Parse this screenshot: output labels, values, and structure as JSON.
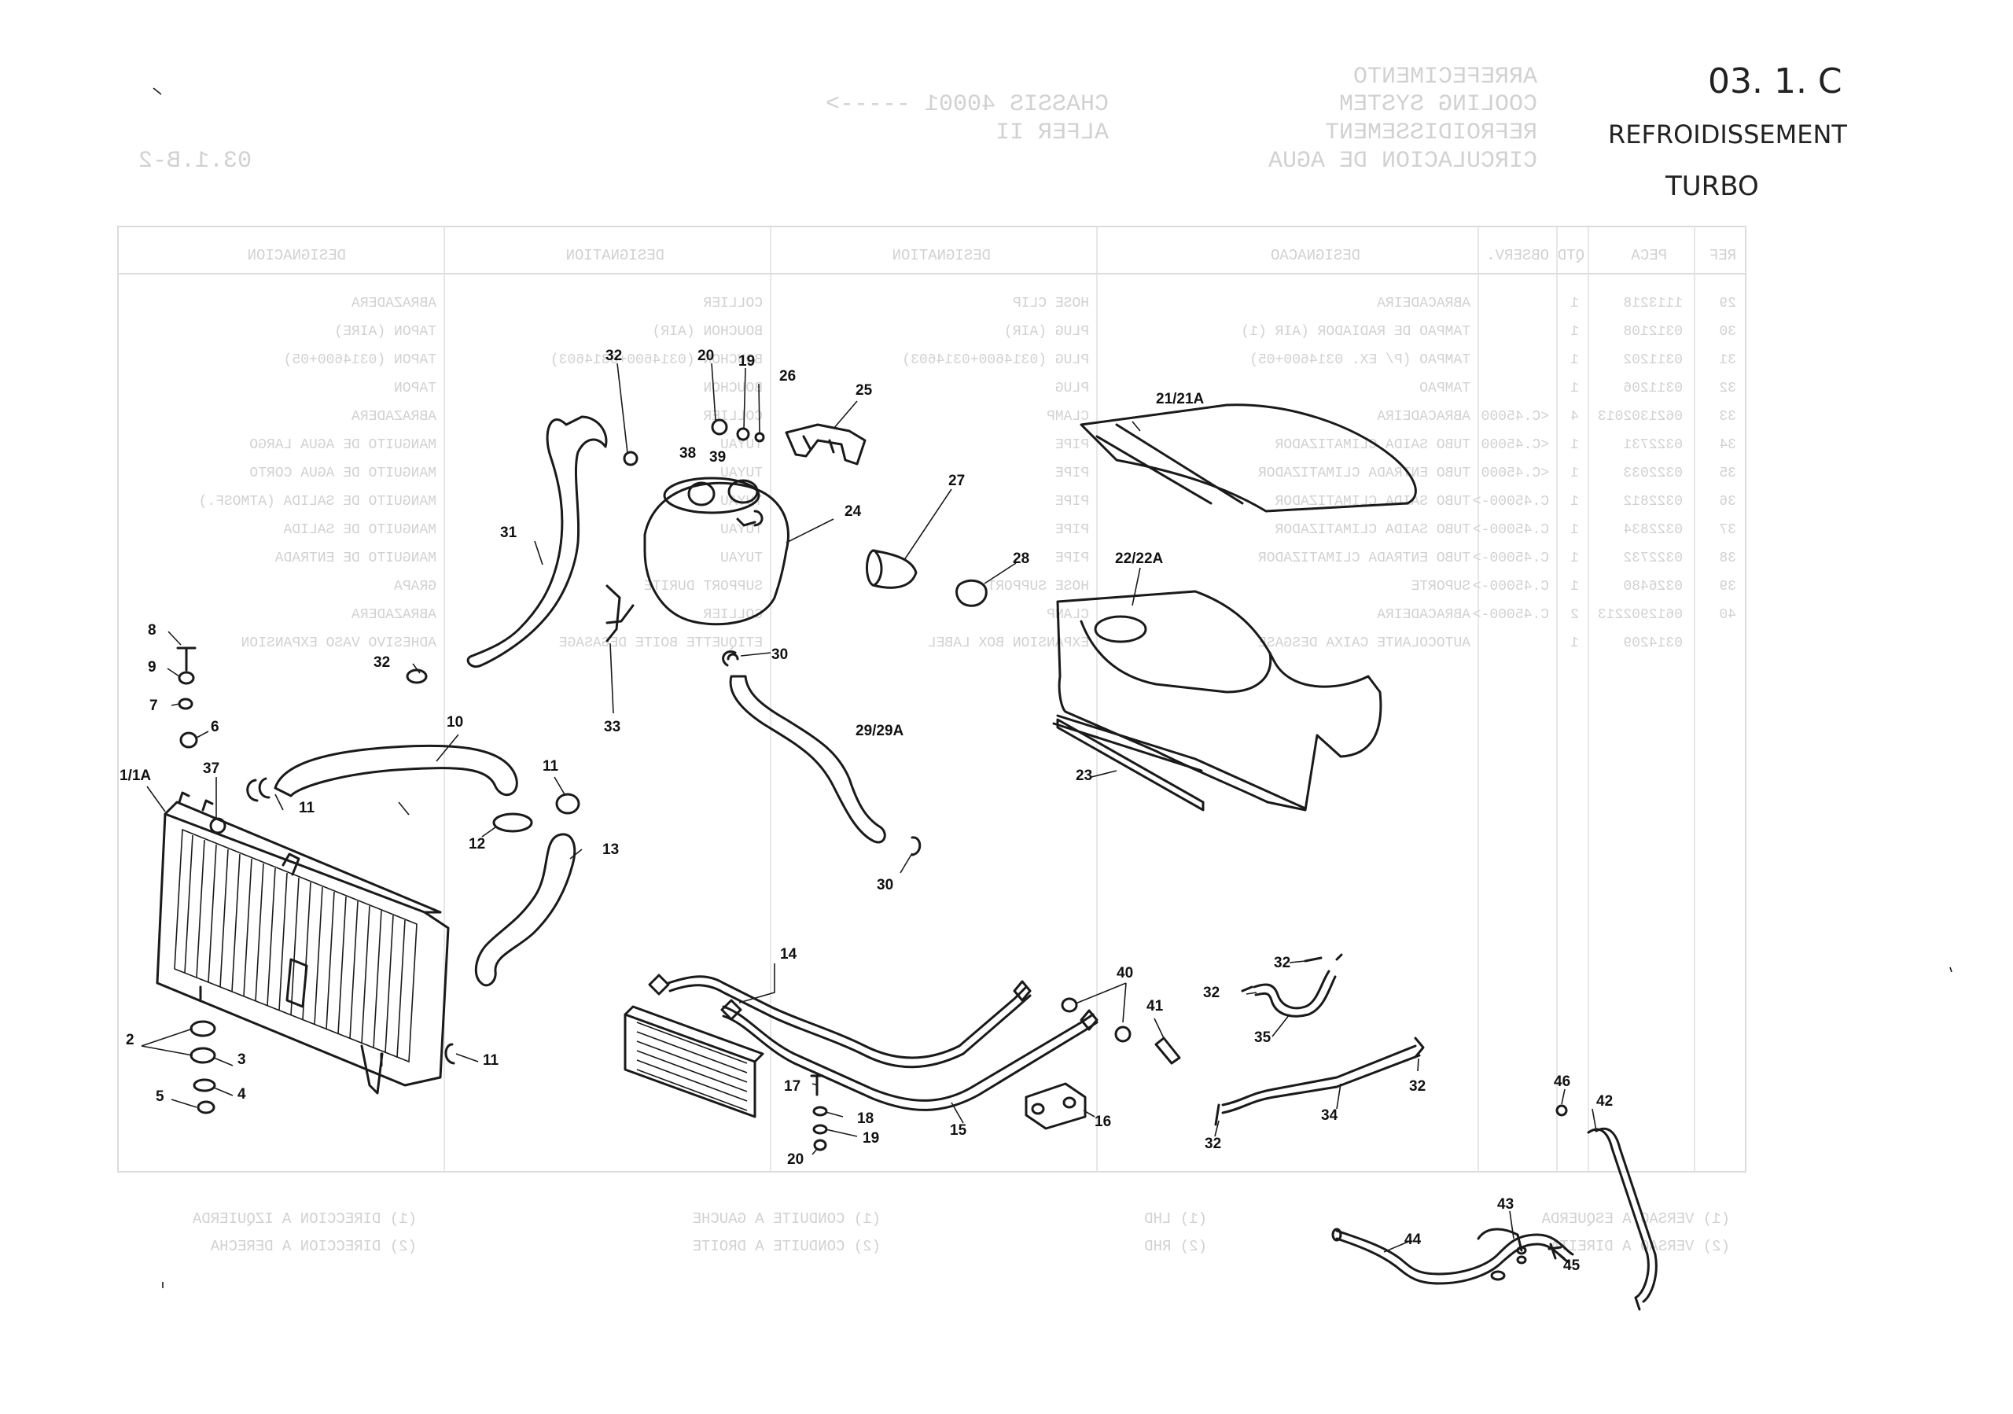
{
  "header": {
    "code": "03. 1. C",
    "title": "REFROIDISSEMENT",
    "subtitle": "TURBO"
  },
  "callouts": {
    "c1": "1/1A",
    "c2": "2",
    "c3": "3",
    "c4": "4",
    "c5": "5",
    "c6": "6",
    "c7": "7",
    "c8": "8",
    "c9": "9",
    "c10": "10",
    "c11a": "11",
    "c11b": "11",
    "c11c": "11",
    "c12": "12",
    "c13": "13",
    "c14": "14",
    "c15": "15",
    "c16": "16",
    "c17": "17",
    "c18": "18",
    "c19a": "19",
    "c19b": "19",
    "c20a": "20",
    "c20b": "20",
    "c21": "21/21A",
    "c22": "22/22A",
    "c23": "23",
    "c24": "24",
    "c25": "25",
    "c26": "26",
    "c27": "27",
    "c28": "28",
    "c29": "29/29A",
    "c30a": "30",
    "c30b": "30",
    "c31": "31",
    "c32a": "32",
    "c32b": "32",
    "c32c": "32",
    "c32d": "32",
    "c32e": "32",
    "c32f": "32",
    "c33": "33",
    "c34": "34",
    "c35": "35",
    "c37": "37",
    "c38": "38",
    "c39": "39",
    "c40": "40",
    "c41": "41",
    "c42": "42",
    "c43": "43",
    "c44": "44",
    "c45": "45",
    "c46": "46"
  },
  "mirrored_background": {
    "header_right": [
      "ARREFECIMENTO",
      "COOLING SYSTEM",
      "REFROIDISSEMENT",
      "CIRCULACION DE AGUA"
    ],
    "header_center": [
      "CHASSIS 40001 ----->",
      "ALFER II"
    ],
    "page_ref": "03.1.B-2",
    "columns": [
      "REF",
      "PECA",
      "QTD",
      "OBSERV.",
      "DESIGNACAO",
      "DESIGNATION",
      "DESIGNATION",
      "DESIGNACION"
    ],
    "rows": [
      [
        "29",
        "1113218",
        "1",
        "",
        "ABRACADEIRA",
        "HOSE CLIP",
        "COLLIER",
        "ABRAZADERA"
      ],
      [
        "30",
        "0312108",
        "1",
        "",
        "TAMPAO DE RADIADOR (AIR (1)",
        "PLUG (AIR)",
        "BOUCHON (AIR)",
        "TAPON (AIRE)"
      ],
      [
        "31",
        "0311202",
        "1",
        "",
        "TAMPAO (P/ EX. 0314600+05)",
        "PLUG (0314600+0314603)",
        "BOUCHON (0314600+0314603)",
        "TAPON (0314600+05)"
      ],
      [
        "32",
        "0311206",
        "1",
        "",
        "TAMPAO",
        "PLUG",
        "BOUCHON",
        "TAPON"
      ],
      [
        "33",
        "0621302013",
        "4",
        "<C.45000",
        "ABRACADEIRA",
        "CLAMP",
        "COLLIER",
        "ABRAZADERA"
      ],
      [
        "34",
        "0322731",
        "1",
        "<C.45000",
        "TUBO SAIDA CLIMATIZADOR",
        "PIPE",
        "TUYAU",
        "MANGUITO DE AGUA LARGO"
      ],
      [
        "35",
        "0322033",
        "1",
        "<C.45000",
        "TUBO ENTRADA CLIMATIZADOR",
        "PIPE",
        "TUYAU",
        "MANGUITO DE AGUA CORTO"
      ],
      [
        "36",
        "0322812",
        "1",
        "C.45000->",
        "TUBO SAIDA CLIMATIZADOR",
        "PIPE",
        "TUYAU",
        "MANGUITO DE SALIDA (ATMOSF.)"
      ],
      [
        "37",
        "0322834",
        "1",
        "C.45000->",
        "TUBO SAIDA CLIMATIZADOR",
        "PIPE",
        "TUYAU",
        "MANGUITO DE SALIDA"
      ],
      [
        "38",
        "0322732",
        "1",
        "C.45000->",
        "TUBO ENTRADA CLIMATIZADOR",
        "PIPE",
        "TUYAU",
        "MANGUITO DE ENTRADA"
      ],
      [
        "39",
        "0326480",
        "1",
        "C.45000->",
        "SUPORTE",
        "HOSE SUPPORT",
        "SUPPORT DURITE",
        "GRAPA"
      ],
      [
        "40",
        "0612902213",
        "2",
        "C.45000->",
        "ABRACADEIRA",
        "CLAMP",
        "COLLIER",
        "ABRAZADERA"
      ],
      [
        "",
        "0314209",
        "1",
        "",
        "AUTOCOLANTE CAIXA DESGASE",
        "EXPANSION BOX LABEL",
        "ETIQUETTE BOITE DEGASAGE",
        "ADHESIVO VASO EXPANSION"
      ]
    ],
    "footer": [
      "(1) VERSAO A ESQUERDA",
      "(2) VERSAO A DIREITA",
      "(1) LHD",
      "(2) RHD",
      "(1) CONDUITE A GAUCHE",
      "(2) CONDUITE A DROITE",
      "(1) DIRECCION A IZQUIERDA",
      "(2) DIRECCION A DERECHA"
    ]
  }
}
